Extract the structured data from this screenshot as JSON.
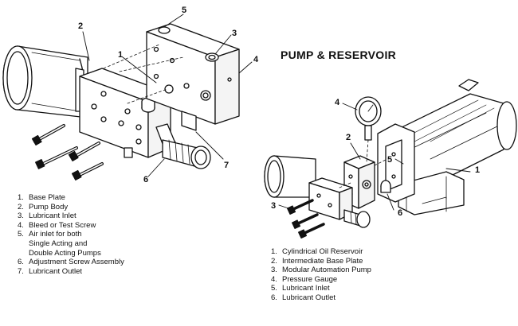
{
  "title": "PUMP & RESERVOIR",
  "left_diagram": {
    "callouts": {
      "c1": "1",
      "c2": "2",
      "c3": "3",
      "c4": "4",
      "c5": "5",
      "c6": "6",
      "c7": "7"
    },
    "legend": [
      {
        "num": "1.",
        "text": "Base Plate"
      },
      {
        "num": "2.",
        "text": "Pump Body"
      },
      {
        "num": "3.",
        "text": "Lubricant Inlet"
      },
      {
        "num": "4.",
        "text": "Bleed or Test Screw"
      },
      {
        "num": "5.",
        "text": "Air inlet for both\nSingle Acting and\nDouble Acting Pumps"
      },
      {
        "num": "6.",
        "text": "Adjustment Screw Assembly"
      },
      {
        "num": "7.",
        "text": "Lubricant Outlet"
      }
    ]
  },
  "right_diagram": {
    "callouts": {
      "c1": "1",
      "c2": "2",
      "c3": "3",
      "c4": "4",
      "c5": "5",
      "c6": "6"
    },
    "legend": [
      {
        "num": "1.",
        "text": "Cylindrical Oil Reservoir"
      },
      {
        "num": "2.",
        "text": "Intermediate Base Plate"
      },
      {
        "num": "3.",
        "text": "Modular Automation Pump"
      },
      {
        "num": "4.",
        "text": "Pressure Gauge"
      },
      {
        "num": "5.",
        "text": "Lubricant Inlet"
      },
      {
        "num": "6.",
        "text": "Lubricant Outlet"
      }
    ]
  }
}
